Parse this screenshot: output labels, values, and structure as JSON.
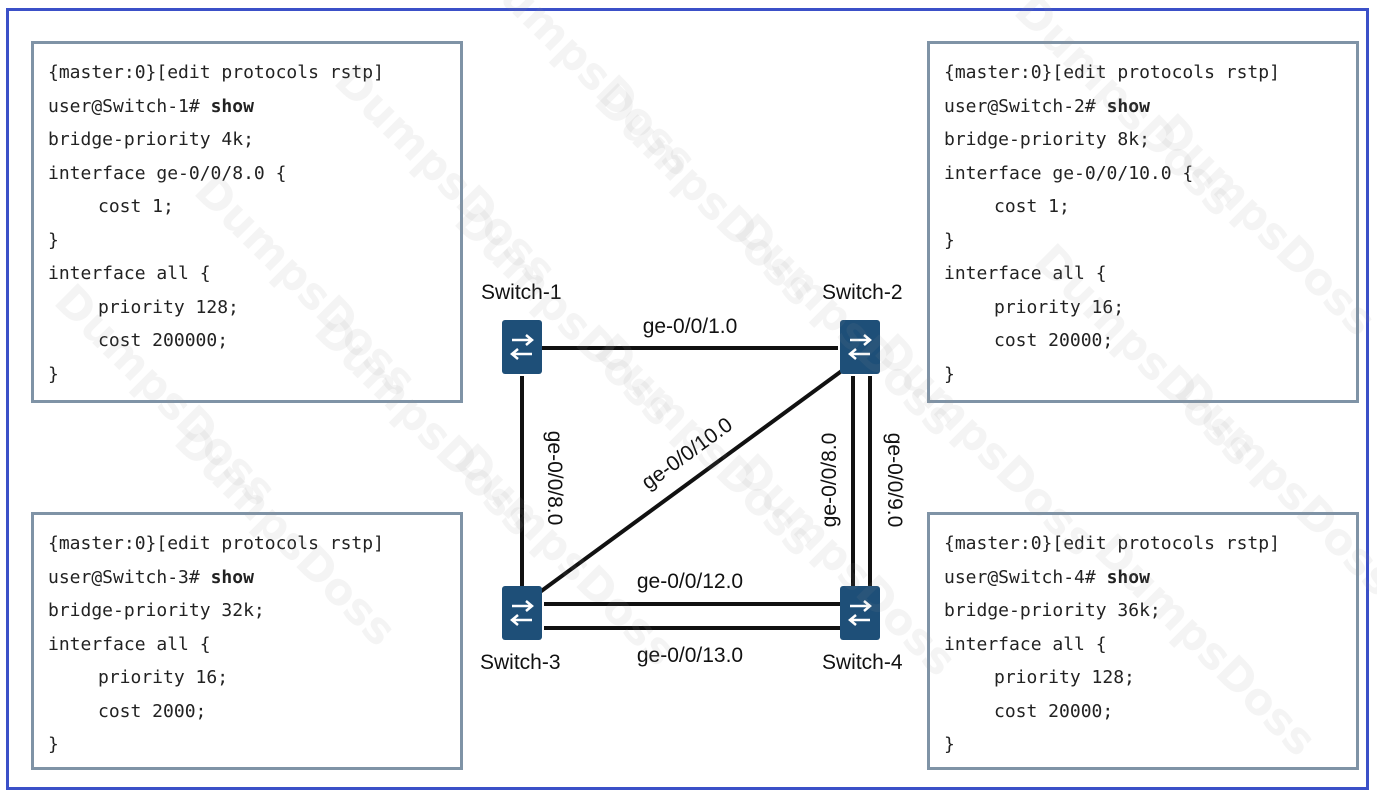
{
  "watermark": "DumpsDoss",
  "configs": [
    {
      "id": "switch-1",
      "context": "{master:0}[edit protocols rstp]",
      "prompt": "user@Switch-1# ",
      "command": "show",
      "bridge_priority": "bridge-priority 4k;",
      "iface_open": "interface ge-0/0/8.0 {",
      "iface_cost": "cost 1;",
      "iface_close": "}",
      "all_open": "interface all {",
      "all_priority": "priority 128;",
      "all_cost": "cost 200000;",
      "all_close": "}"
    },
    {
      "id": "switch-2",
      "context": "{master:0}[edit protocols rstp]",
      "prompt": "user@Switch-2# ",
      "command": "show",
      "bridge_priority": "bridge-priority 8k;",
      "iface_open": "interface ge-0/0/10.0 {",
      "iface_cost": "cost 1;",
      "iface_close": "}",
      "all_open": "interface all {",
      "all_priority": "priority 16;",
      "all_cost": "cost 20000;",
      "all_close": "}"
    },
    {
      "id": "switch-3",
      "context": "{master:0}[edit protocols rstp]",
      "prompt": "user@Switch-3# ",
      "command": "show",
      "bridge_priority": "bridge-priority 32k;",
      "all_open": "interface all {",
      "all_priority": "priority 16;",
      "all_cost": "cost 2000;",
      "all_close": "}"
    },
    {
      "id": "switch-4",
      "context": "{master:0}[edit protocols rstp]",
      "prompt": "user@Switch-4# ",
      "command": "show",
      "bridge_priority": "bridge-priority 36k;",
      "all_open": "interface all {",
      "all_priority": "priority 128;",
      "all_cost": "cost 20000;",
      "all_close": "}"
    }
  ],
  "switches": {
    "s1": "Switch-1",
    "s2": "Switch-2",
    "s3": "Switch-3",
    "s4": "Switch-4"
  },
  "links": {
    "s1_s2": "ge-0/0/1.0",
    "s1_s3": "ge-0/0/8.0",
    "s2_s3": "ge-0/0/10.0",
    "s2_s4_a": "ge-0/0/8.0",
    "s2_s4_b": "ge-0/0/9.0",
    "s3_s4_a": "ge-0/0/12.0",
    "s3_s4_b": "ge-0/0/13.0"
  },
  "colors": {
    "frame": "#3b50c8",
    "box_border": "#7f93a6",
    "switch_fill": "#1e4f78",
    "link": "#111111"
  }
}
